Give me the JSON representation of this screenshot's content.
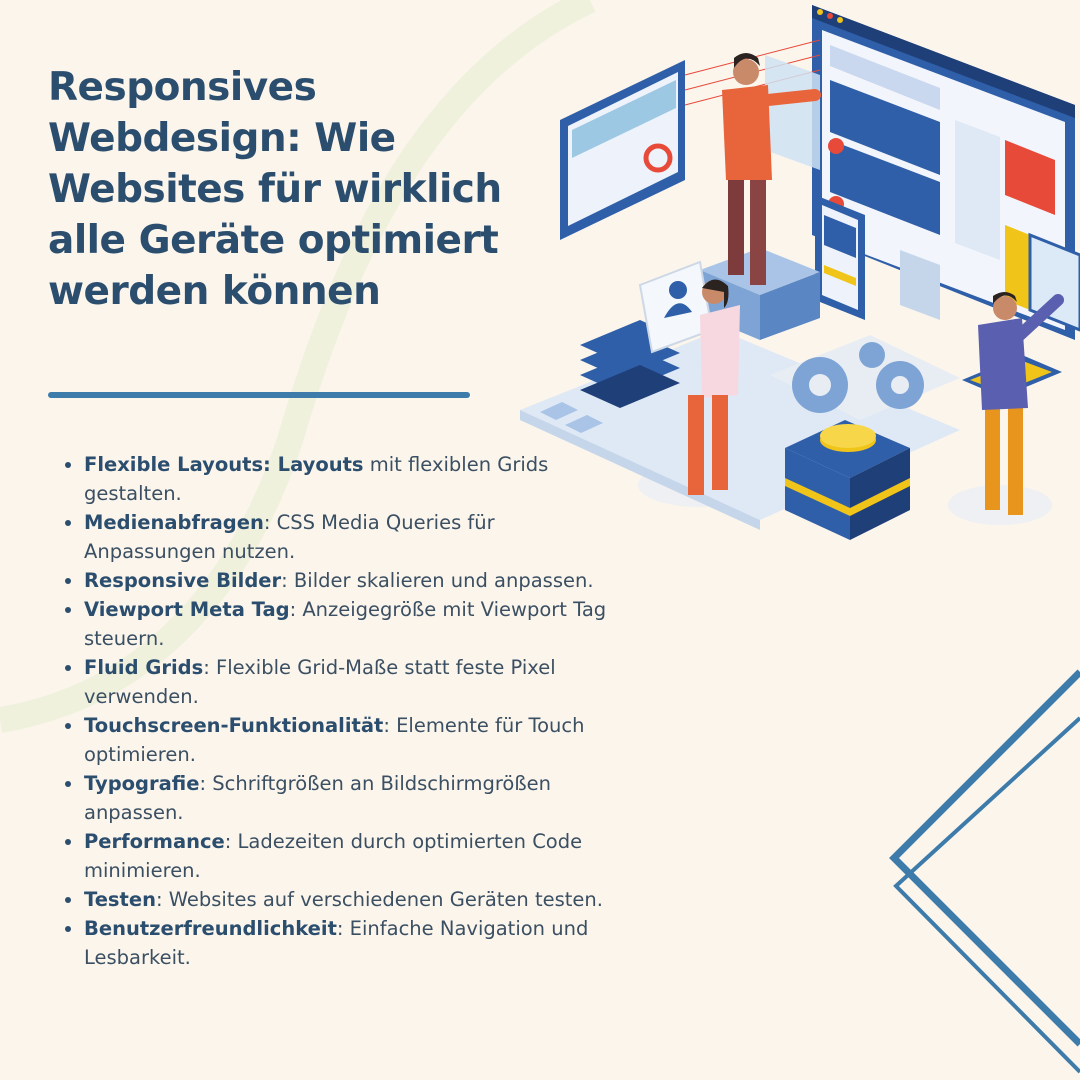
{
  "title": "Responsives Webdesign: Wie Websites für wirklich alle Geräte optimiert werden können",
  "items": [
    {
      "label": "Flexible Layouts: Layouts",
      "text": " mit flexiblen Grids gestalten."
    },
    {
      "label": "Medienabfragen",
      "text": ": CSS Media Queries für Anpassungen nutzen."
    },
    {
      "label": "Responsive Bilder",
      "text": ": Bilder skalieren und anpassen."
    },
    {
      "label": "Viewport Meta Tag",
      "text": ": Anzeigegröße mit Viewport Tag steuern."
    },
    {
      "label": "Fluid Grids",
      "text": ": Flexible Grid-Maße statt feste Pixel verwenden."
    },
    {
      "label": "Touchscreen-Funktionalität",
      "text": ": Elemente für Touch optimieren."
    },
    {
      "label": "Typografie",
      "text": ": Schriftgrößen an Bildschirmgrößen anpassen."
    },
    {
      "label": "Performance",
      "text": ": Ladezeiten durch optimierten Code minimieren."
    },
    {
      "label": "Testen",
      "text": ": Websites auf verschiedenen Geräten testen."
    },
    {
      "label": "Benutzerfreundlichkeit",
      "text": ": Einfache Navigation und Lesbarkeit."
    }
  ],
  "colors": {
    "background": "#fbf5ec",
    "heading": "#2c4e6e",
    "accent": "#3d7bab",
    "illustration_blue": "#2f5fa8",
    "illustration_orange": "#e8643a"
  },
  "icons": [
    "web-design-illustration",
    "diamond-outline-decoration",
    "background-curve"
  ]
}
